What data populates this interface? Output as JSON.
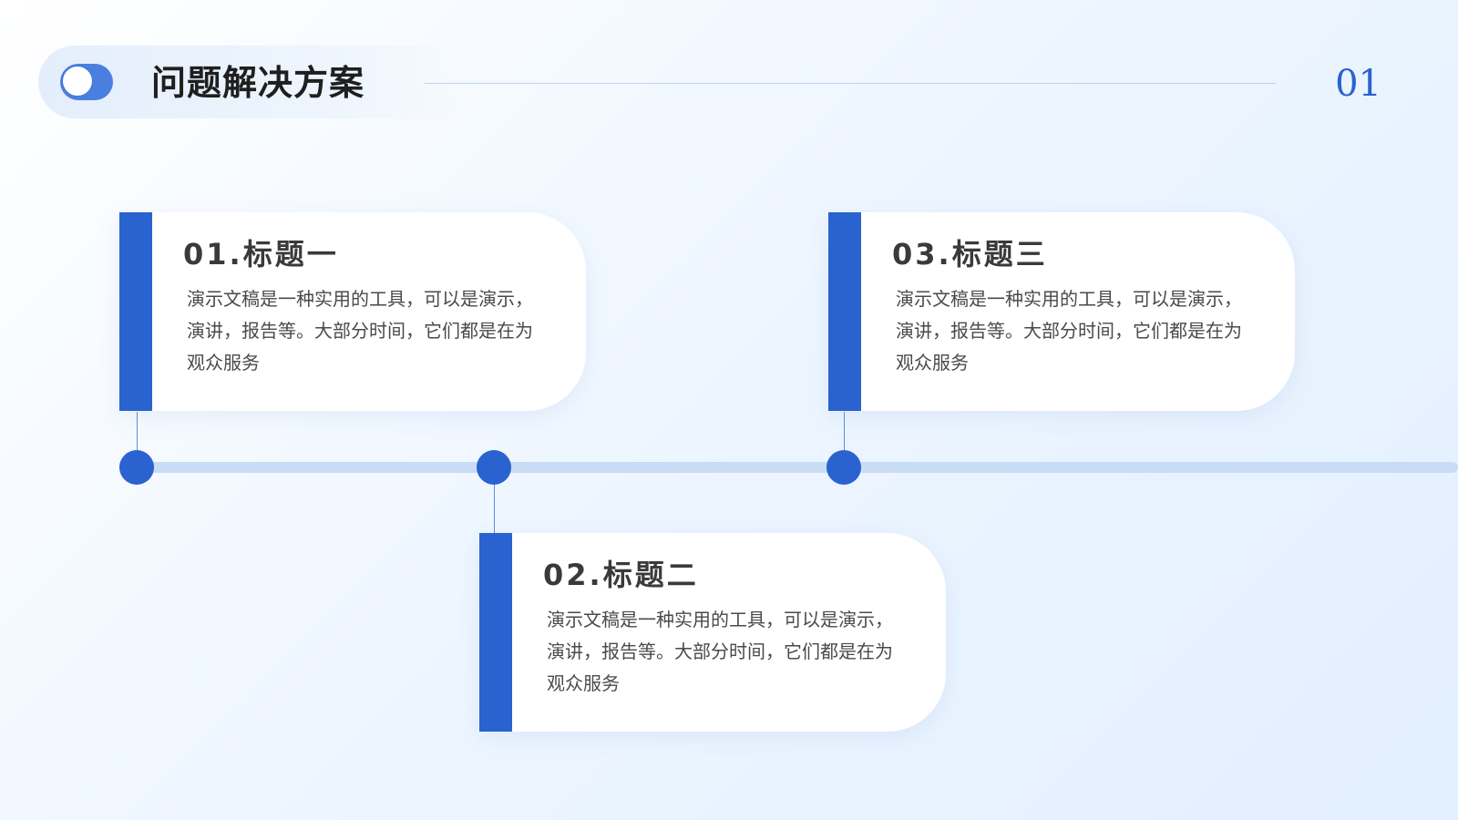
{
  "header": {
    "title": "问题解决方案",
    "page_number": "01",
    "toggle_icon": "toggle-icon",
    "accent_color": "#2a62d0"
  },
  "timeline": {
    "track_color": "#c9dcf5",
    "dot_color": "#2a62d0"
  },
  "cards": [
    {
      "title": "01.标题一",
      "body": "演示文稿是一种实用的工具，可以是演示，演讲，报告等。大部分时间，它们都是在为观众服务"
    },
    {
      "title": "02.标题二",
      "body": "演示文稿是一种实用的工具，可以是演示，演讲，报告等。大部分时间，它们都是在为观众服务"
    },
    {
      "title": "03.标题三",
      "body": "演示文稿是一种实用的工具，可以是演示，演讲，报告等。大部分时间，它们都是在为观众服务"
    }
  ]
}
